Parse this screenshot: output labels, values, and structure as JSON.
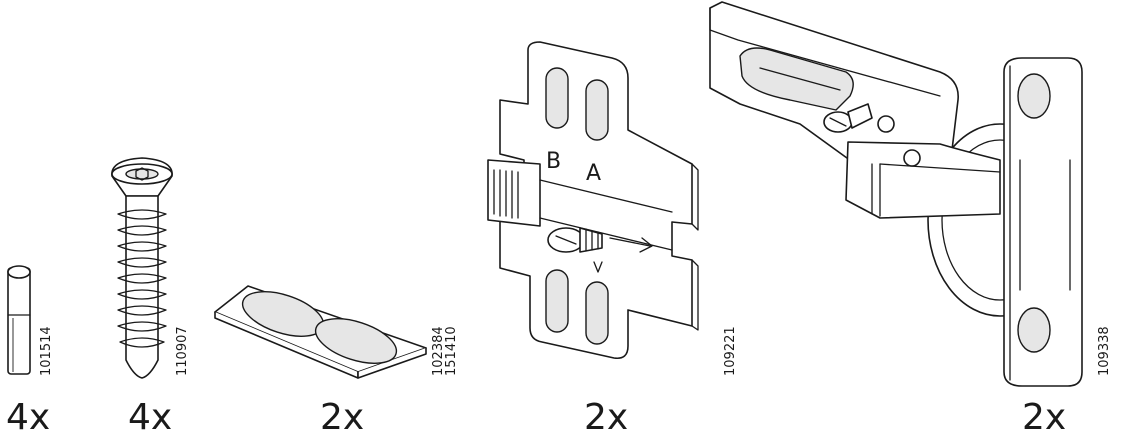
{
  "parts": [
    {
      "id": "dowel",
      "quantity": "4x",
      "part_numbers": [
        "101514"
      ]
    },
    {
      "id": "screw",
      "quantity": "4x",
      "part_numbers": [
        "110907"
      ]
    },
    {
      "id": "bumper-pad",
      "quantity": "2x",
      "part_numbers": [
        "102384",
        "151410"
      ]
    },
    {
      "id": "mounting-plate",
      "quantity": "2x",
      "part_numbers": [
        "109221"
      ],
      "plate_labels": [
        "B",
        "A"
      ]
    },
    {
      "id": "hinge",
      "quantity": "2x",
      "part_numbers": [
        "109338"
      ]
    }
  ]
}
